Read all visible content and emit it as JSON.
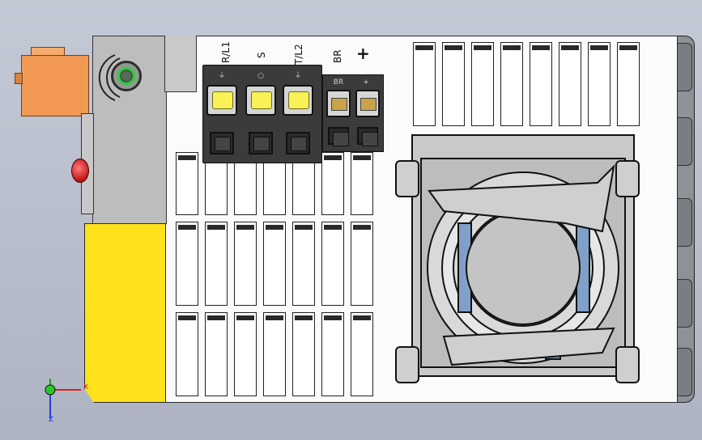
{
  "terminals": {
    "main": [
      {
        "label": "R/L1",
        "icon": "⏚"
      },
      {
        "label": "S",
        "icon": "○"
      },
      {
        "label": "T/L2",
        "icon": "⏚"
      }
    ],
    "dc": [
      {
        "label": "BR",
        "icon": "BR"
      },
      {
        "label": "+",
        "icon": "+"
      }
    ]
  },
  "status_led_color": "#2ecc40",
  "housing_accent": "#ffe21a",
  "connector_color": "#f29a55",
  "axis": {
    "x": "X",
    "y": "Y",
    "z": "Z"
  }
}
